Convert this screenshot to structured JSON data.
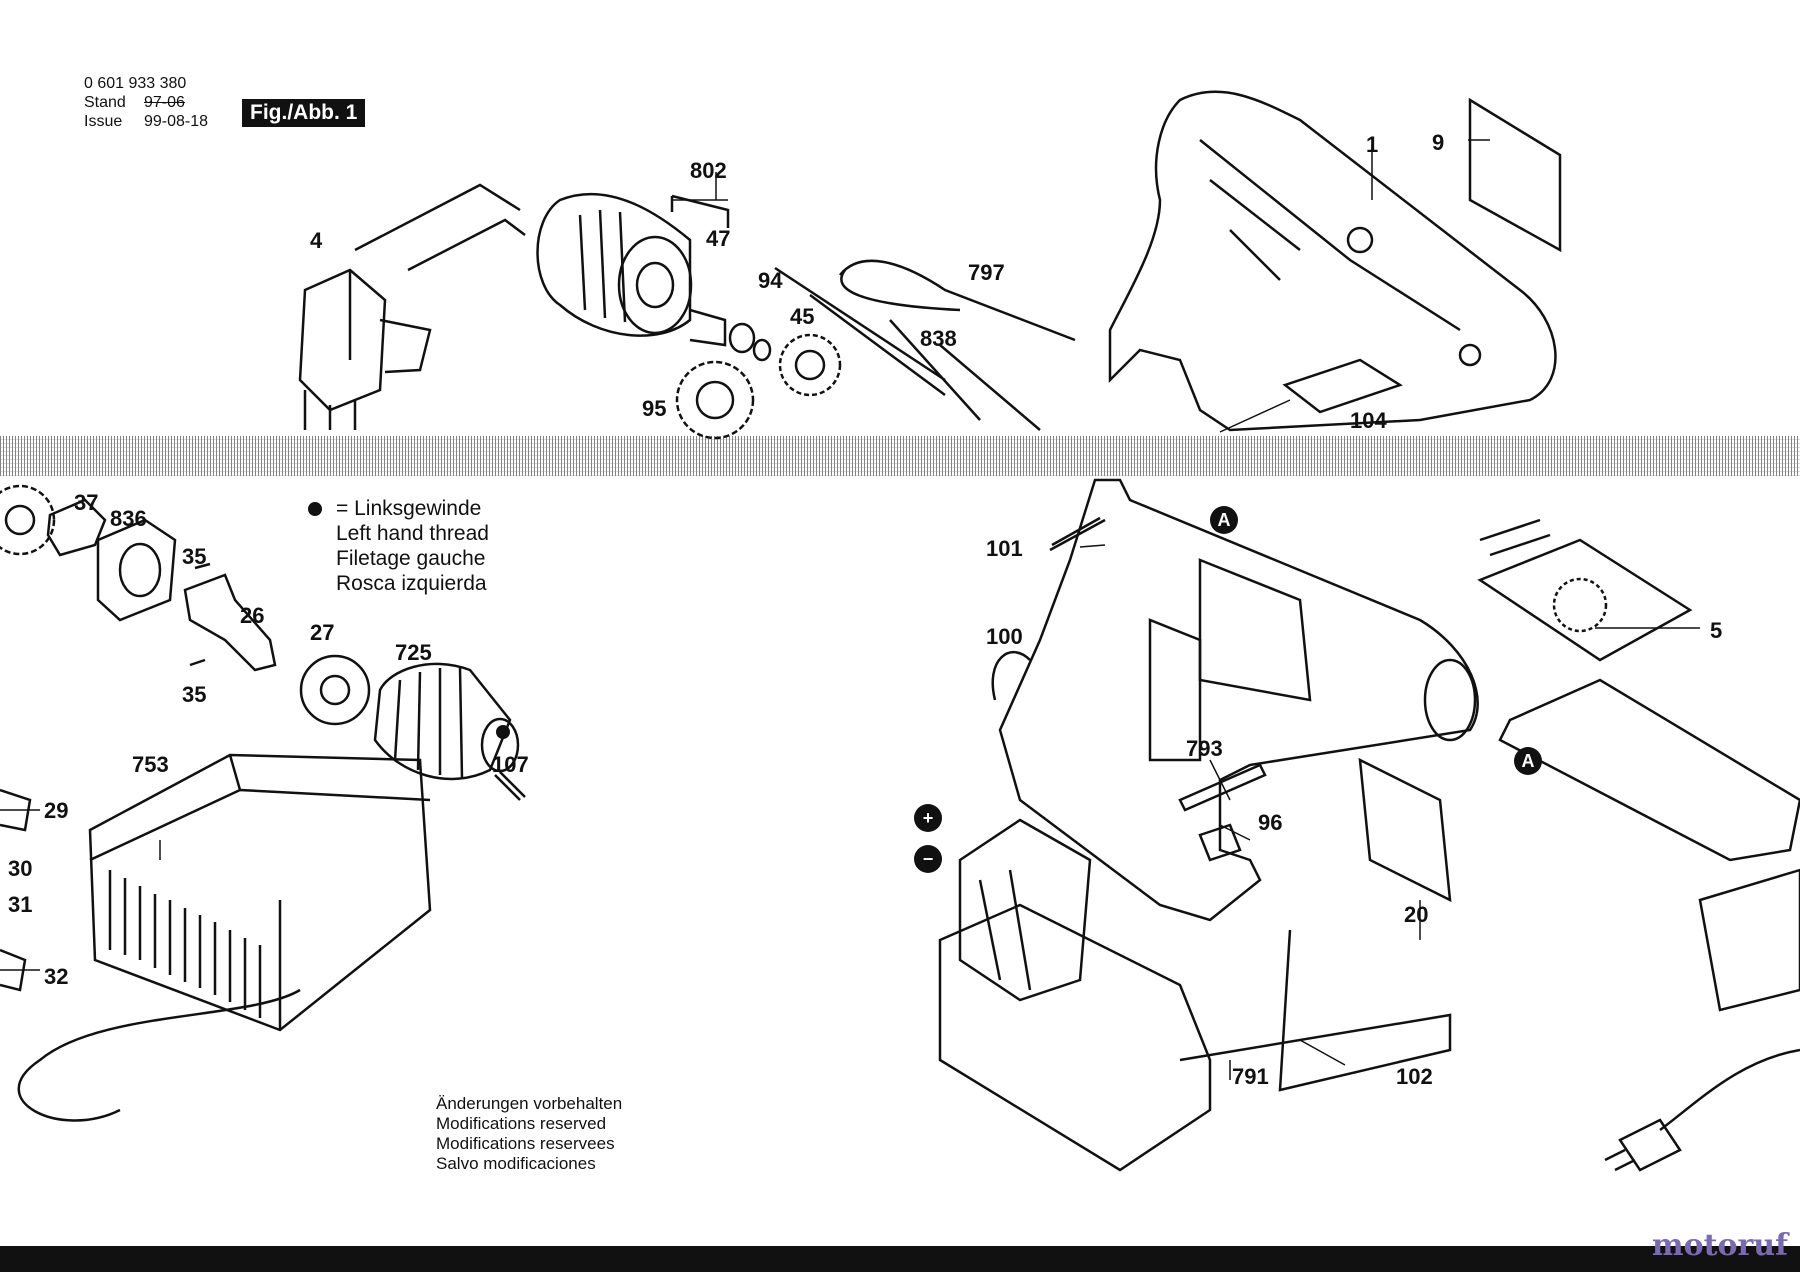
{
  "document": {
    "part_number": "0 601 933 380",
    "stand_label": "Stand",
    "issue_label": "Issue",
    "stand_value": "97-06",
    "issue_value": "99-08-18",
    "figure_label": "Fig./Abb. 1"
  },
  "legend": {
    "symbol": "•",
    "lines": [
      "= Linksgewinde",
      "Left hand thread",
      "Filetage gauche",
      "Rosca izquierda"
    ]
  },
  "notice": {
    "lines": [
      "Änderungen vorbehalten",
      "Modifications reserved",
      "Modifications reservees",
      "Salvo modificaciones"
    ]
  },
  "markers": {
    "a": "A",
    "plus": "+",
    "minus": "−"
  },
  "parts": [
    {
      "id": "p4",
      "label": "4"
    },
    {
      "id": "p802",
      "label": "802"
    },
    {
      "id": "p47",
      "label": "47"
    },
    {
      "id": "p94",
      "label": "94"
    },
    {
      "id": "p45",
      "label": "45"
    },
    {
      "id": "p797",
      "label": "797"
    },
    {
      "id": "p838",
      "label": "838"
    },
    {
      "id": "p95",
      "label": "95"
    },
    {
      "id": "p1",
      "label": "1"
    },
    {
      "id": "p9",
      "label": "9"
    },
    {
      "id": "p104",
      "label": "104"
    },
    {
      "id": "p37",
      "label": "37"
    },
    {
      "id": "p836",
      "label": "836"
    },
    {
      "id": "p35a",
      "label": "35"
    },
    {
      "id": "p26",
      "label": "26"
    },
    {
      "id": "p35b",
      "label": "35"
    },
    {
      "id": "p27",
      "label": "27"
    },
    {
      "id": "p725",
      "label": "725"
    },
    {
      "id": "p107",
      "label": "107"
    },
    {
      "id": "p753",
      "label": "753"
    },
    {
      "id": "p29",
      "label": "29"
    },
    {
      "id": "p30",
      "label": "30"
    },
    {
      "id": "p31",
      "label": "31"
    },
    {
      "id": "p32",
      "label": "32"
    },
    {
      "id": "p101",
      "label": "101"
    },
    {
      "id": "p100",
      "label": "100"
    },
    {
      "id": "p5",
      "label": "5"
    },
    {
      "id": "p793",
      "label": "793"
    },
    {
      "id": "p96",
      "label": "96"
    },
    {
      "id": "p20",
      "label": "20"
    },
    {
      "id": "p791",
      "label": "791"
    },
    {
      "id": "p102",
      "label": "102"
    }
  ],
  "watermark": "motoruf"
}
